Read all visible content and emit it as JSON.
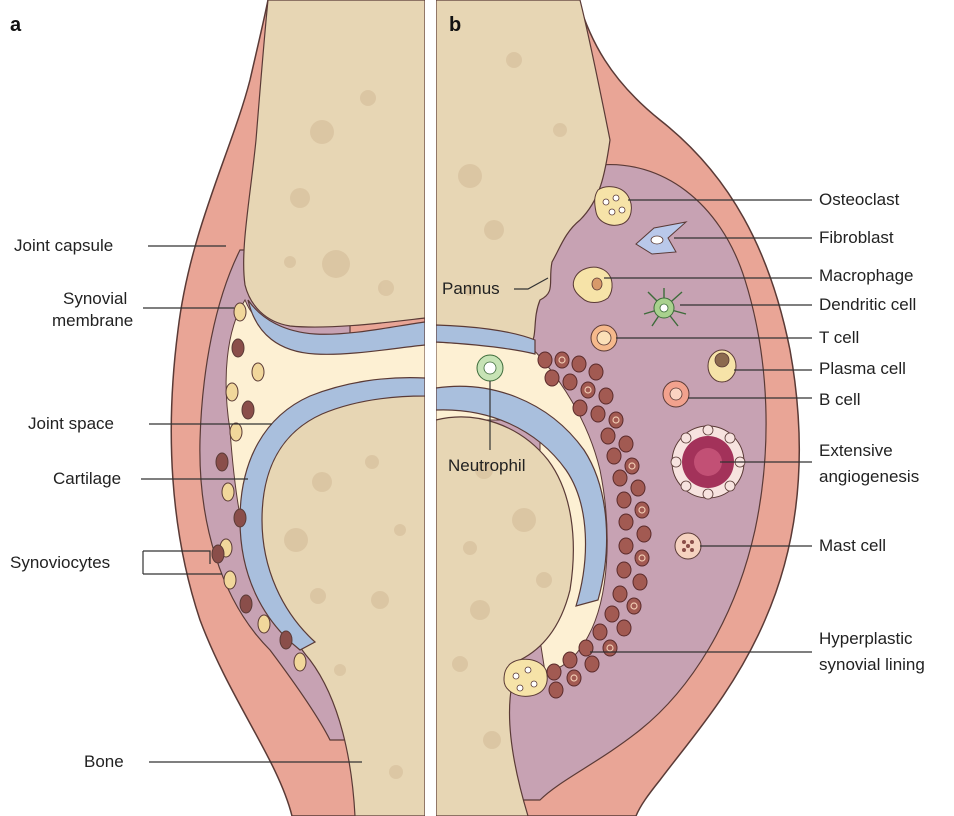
{
  "panels": {
    "a": "a",
    "b": "b"
  },
  "labels_a": {
    "joint_capsule": "Joint capsule",
    "synovial_membrane_1": "Synovial",
    "synovial_membrane_2": "membrane",
    "joint_space": "Joint space",
    "cartilage": "Cartilage",
    "synoviocytes": "Synoviocytes",
    "bone": "Bone"
  },
  "labels_b": {
    "pannus": "Pannus",
    "neutrophil": "Neutrophil",
    "osteoclast": "Osteoclast",
    "fibroblast": "Fibroblast",
    "macrophage": "Macrophage",
    "dendritic_cell": "Dendritic cell",
    "t_cell": "T cell",
    "plasma_cell": "Plasma cell",
    "b_cell": "B cell",
    "angiogenesis_1": "Extensive",
    "angiogenesis_2": "angiogenesis",
    "mast_cell": "Mast cell",
    "hyperplastic_1": "Hyperplastic",
    "hyperplastic_2": "synovial lining"
  },
  "colors": {
    "capsule": "#e9a596",
    "synovium": "#c7a2b3",
    "bone": "#e7d6b4",
    "cartilage": "#a9bfdd",
    "joint_space": "#fdf0d3",
    "leader_line": "#333333"
  }
}
